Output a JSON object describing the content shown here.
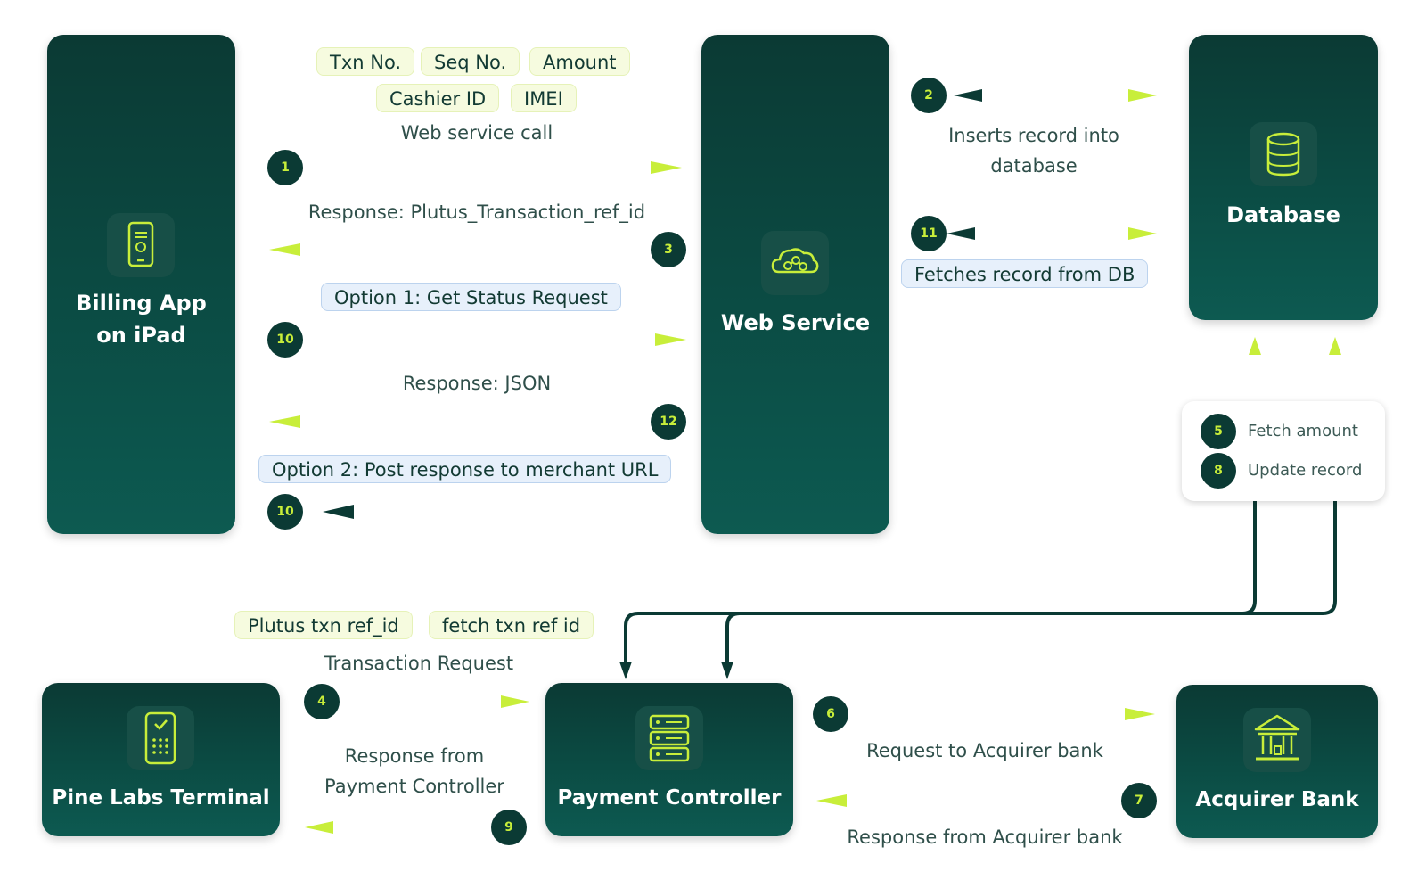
{
  "nodes": {
    "billing_app": "Billing App on iPad",
    "web_service": "Web Service",
    "database": "Database",
    "pine_labs_terminal": "Pine Labs Terminal",
    "payment_controller": "Payment Controller",
    "acquirer_bank": "Acquirer Bank"
  },
  "chips": {
    "txn_no": "Txn No.",
    "seq_no": "Seq No.",
    "amount": "Amount",
    "cashier_id": "Cashier ID",
    "imei": "IMEI",
    "option1": "Option 1: Get Status Request",
    "option2": "Option 2: Post response to merchant URL",
    "fetches_record": "Fetches record from DB",
    "plutus_ref": "Plutus txn ref_id",
    "fetch_ref": "fetch txn ref id"
  },
  "labels": {
    "web_service_call": "Web service call",
    "response_plutus": "Response: Plutus_Transaction_ref_id",
    "response_json": "Response: JSON",
    "inserts_record_line1": "Inserts record into",
    "inserts_record_line2": "database",
    "transaction_request": "Transaction Request",
    "response_pc_line1": "Response from",
    "response_pc_line2": "Payment Controller",
    "request_acquirer": "Request to Acquirer bank",
    "response_acquirer": "Response from Acquirer bank"
  },
  "legend": {
    "fetch_amount": "Fetch amount",
    "update_record": "Update record"
  },
  "steps": {
    "s1": "1",
    "s2": "2",
    "s3": "3",
    "s4": "4",
    "s5": "5",
    "s6": "6",
    "s7": "7",
    "s8": "8",
    "s9": "9",
    "s10a": "10",
    "s10b": "10",
    "s11": "11",
    "s12": "12"
  },
  "colors": {
    "node_dark": "#0b3a34",
    "accent_lime": "#c8ee3a",
    "chip_yellow": "#f6fbdf",
    "chip_blue": "#e7f0fb"
  }
}
